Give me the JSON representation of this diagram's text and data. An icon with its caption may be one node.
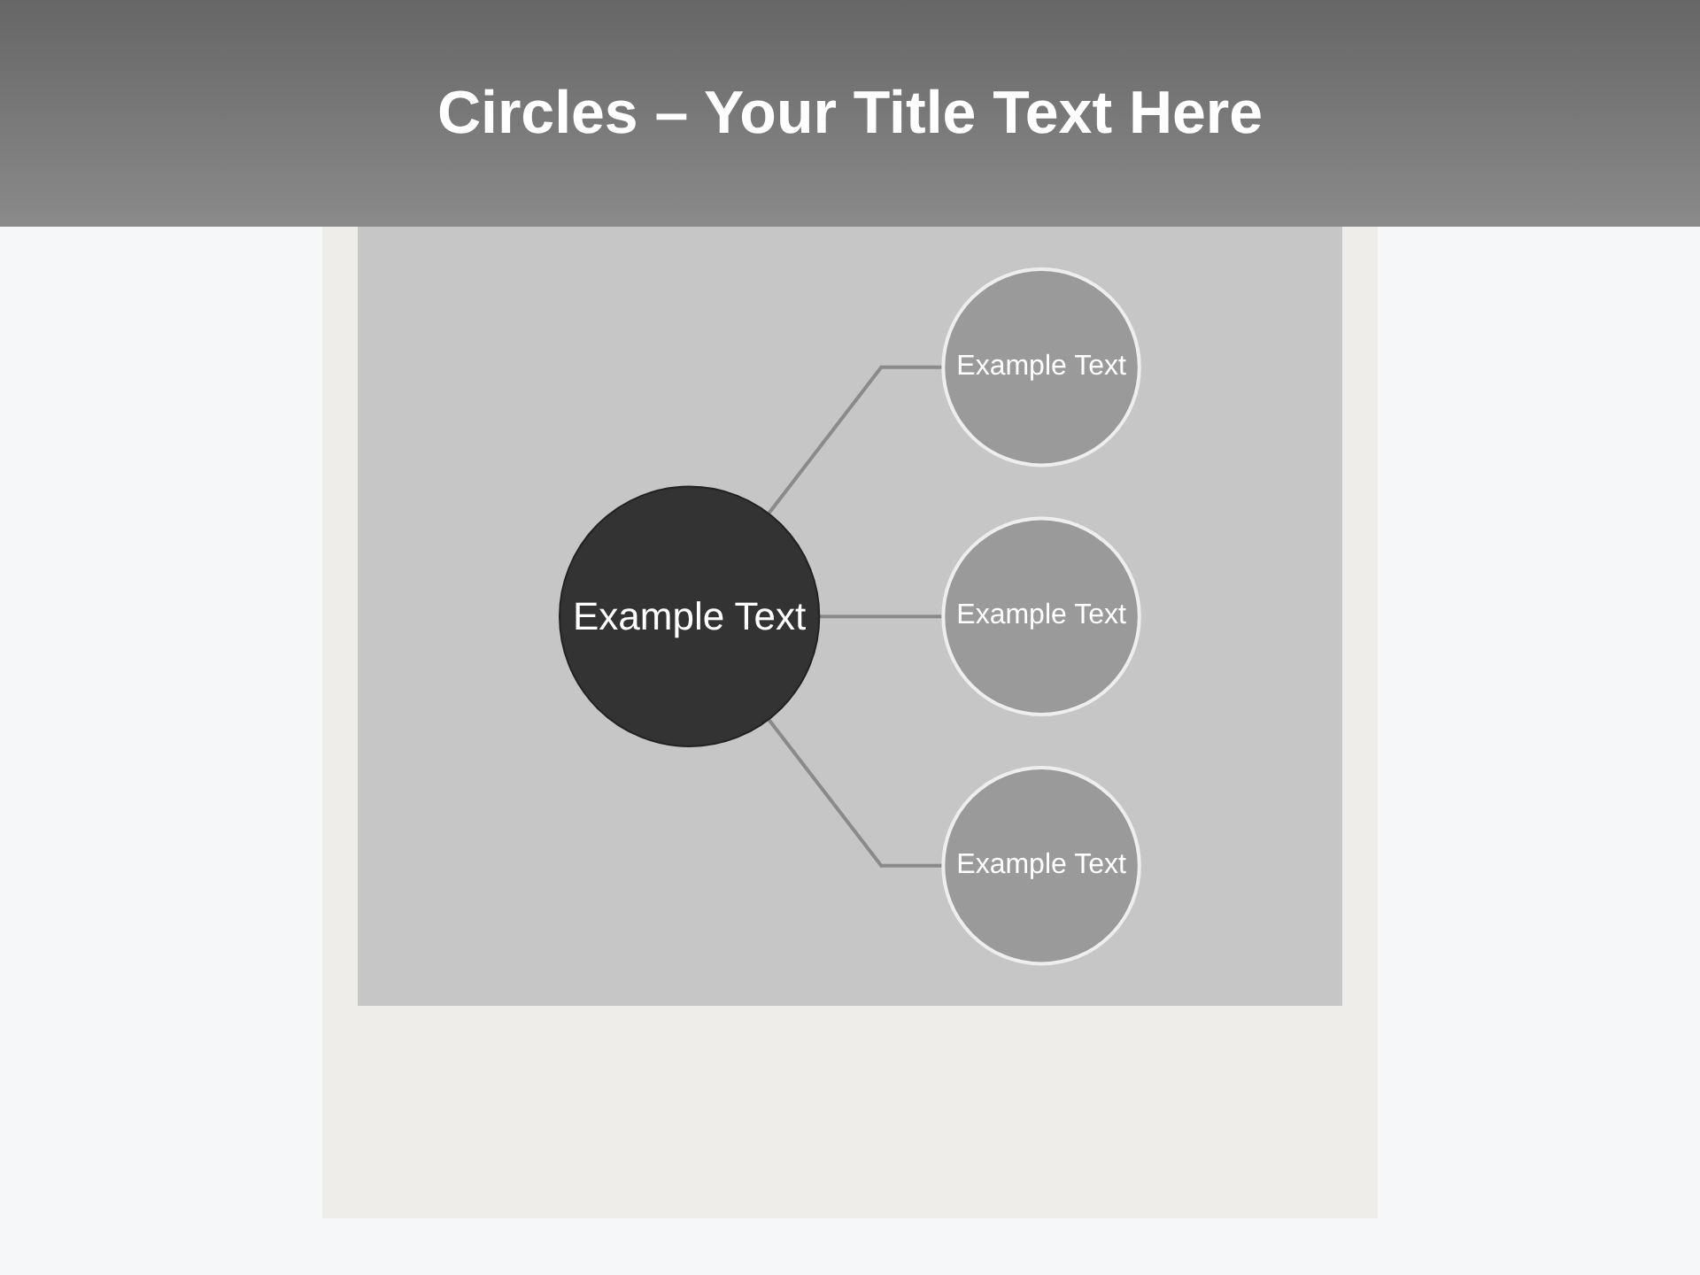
{
  "diagram": {
    "title": "Circles – Your Title Text Here",
    "nodes": [
      {
        "text": [
          "Example Text"
        ]
      },
      {
        "text": [
          "Example Text"
        ]
      },
      {
        "text": [
          "Example Text"
        ]
      },
      {
        "text": [
          "Example Text"
        ]
      }
    ],
    "edges": [
      {
        "from": 0,
        "to": 1,
        "arrow": "none"
      },
      {
        "from": 0,
        "to": 2,
        "arrow": "none"
      },
      {
        "from": 0,
        "to": 3,
        "arrow": "none"
      }
    ]
  }
}
